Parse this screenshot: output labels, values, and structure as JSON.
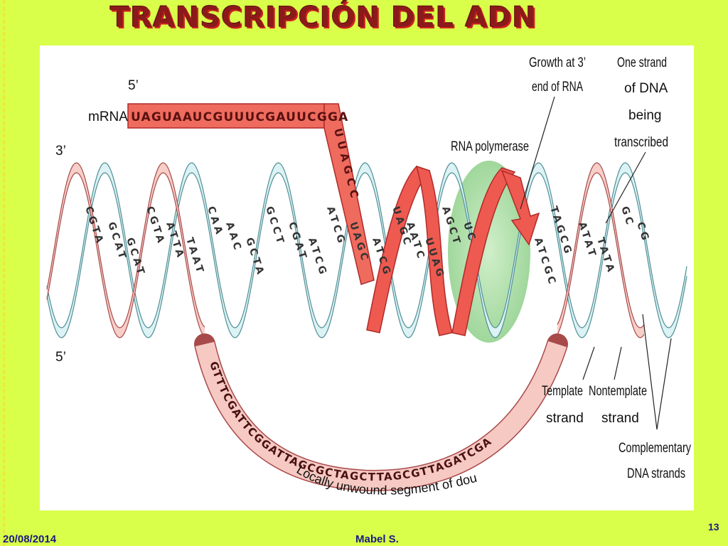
{
  "slide": {
    "title": "TRANSCRIPCIÓN DEL ADN",
    "footer_date": "20/08/2014",
    "footer_author": "Mabel S.",
    "page_number": "13"
  },
  "diagram": {
    "mrna_label": "mRNA",
    "mrna_sequence": "UAGUAAUCGUUUCGAUUCGGA",
    "mrna_tail": "UUAGCC",
    "five_prime_top": "5’",
    "three_prime_left": "3’",
    "five_prime_bottom": "5’",
    "label_growth": [
      "Growth at 3’",
      "end of RNA"
    ],
    "label_one_strand": [
      "One strand",
      "of DNA",
      "being",
      "transcribed"
    ],
    "label_polymerase": "RNA polymerase",
    "label_template": [
      "Template",
      "strand"
    ],
    "label_nontemplate": [
      "Nontemplate",
      "strand"
    ],
    "label_complementary": [
      "Complementary",
      "DNA strands"
    ],
    "label_unwound": "Locally unwound segment of double helix",
    "bottom_loop_sequence": "GTTTCGATTCGGATTAGCGCTAGCTTAGCGTTAGATCGA",
    "rung_labels": [
      {
        "text": "CGTA"
      },
      {
        "text": "GCAT"
      },
      {
        "text": "GCAT"
      },
      {
        "text": "CGTA"
      },
      {
        "text": "ATTA"
      },
      {
        "text": "TAAT"
      },
      {
        "text": "CAA"
      },
      {
        "text": "AAC"
      },
      {
        "text": "GCTA"
      },
      {
        "text": "GCCT"
      },
      {
        "text": "CGAT"
      },
      {
        "text": "ATCG"
      },
      {
        "text": "ATCG"
      },
      {
        "text": "UAGC"
      },
      {
        "text": "ATCG"
      },
      {
        "text": "UAGC"
      },
      {
        "text": "AATC"
      },
      {
        "text": "UUAG"
      },
      {
        "text": "AGCT"
      },
      {
        "text": "UC"
      },
      {
        "text": "ATCGC"
      },
      {
        "text": "TAGCG"
      },
      {
        "text": "ATAT"
      },
      {
        "text": "TATA"
      },
      {
        "text": "GC"
      },
      {
        "text": "CG"
      }
    ]
  }
}
